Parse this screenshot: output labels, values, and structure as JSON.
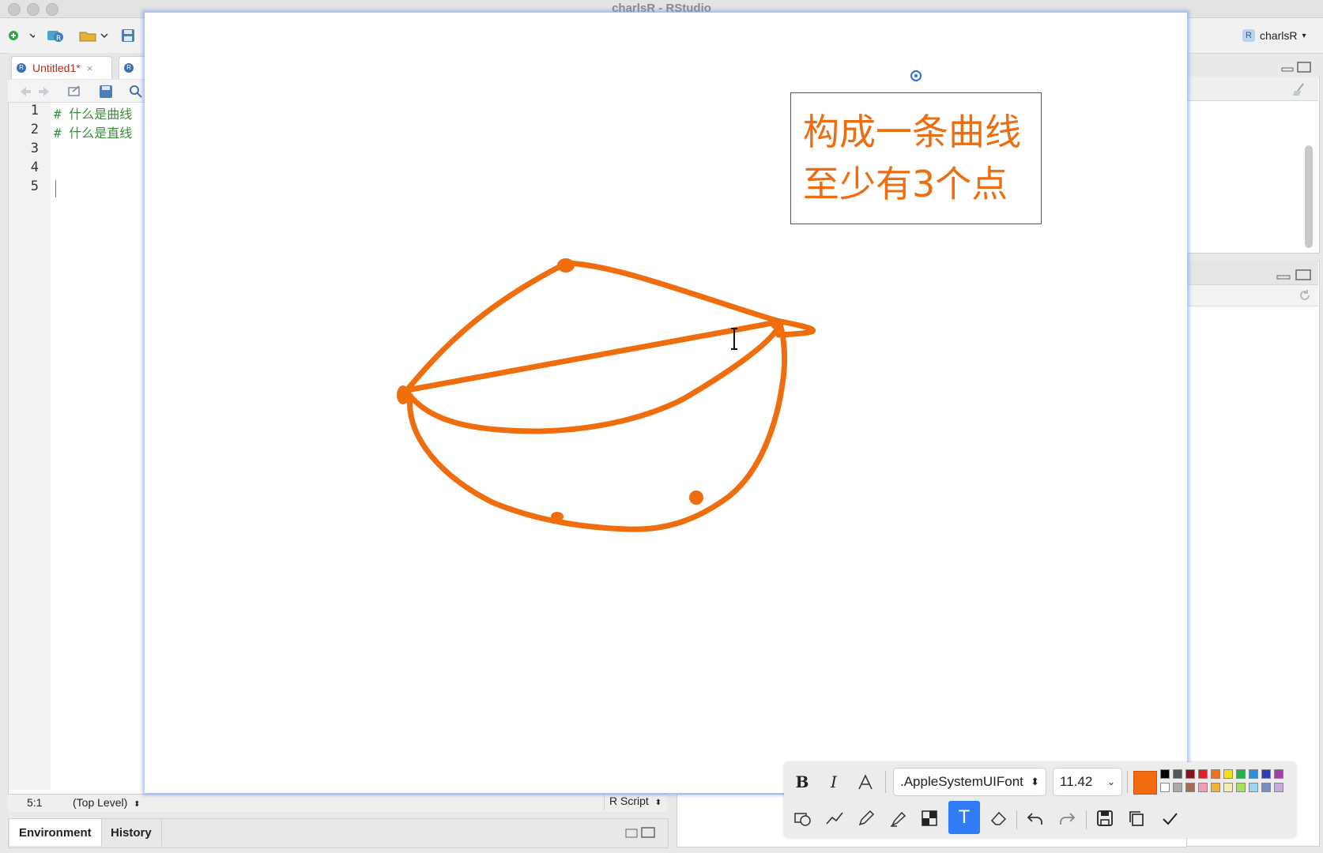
{
  "window": {
    "title": "charlsR - RStudio"
  },
  "toolbar": {
    "project_label": "charlsR"
  },
  "editor": {
    "tabs": [
      {
        "label": "Untitled1*"
      }
    ],
    "line_numbers": [
      "1",
      "2",
      "3",
      "4",
      "5"
    ],
    "lines": [
      "# 什么是曲线",
      "# 什么是直线",
      "",
      "",
      ""
    ]
  },
  "statusbar": {
    "position": "5:1",
    "scope": "(Top Level)",
    "filetype": "R Script"
  },
  "env_tabs": [
    "Environment",
    "History"
  ],
  "annotation": {
    "text_lines": [
      "构成一条曲线",
      "至少有3个点"
    ],
    "stroke_color": "#f06d0d"
  },
  "format_bar": {
    "font": ".AppleSystemUIFont",
    "size": "11.42",
    "current_color": "#f26b0f",
    "palette": [
      "#000000",
      "#555555",
      "#8b0f1f",
      "#e0202a",
      "#f07020",
      "#f2e216",
      "#24b34a",
      "#2e8ede",
      "#2c3fb6",
      "#a23fa5",
      "#ffffff",
      "#aaaaaa",
      "#a56a50",
      "#f0a0b0",
      "#f3b332",
      "#f4eab6",
      "#a8e05a",
      "#9ad7ef",
      "#7a8fbf",
      "#c8a9d9"
    ]
  },
  "tools": [
    "shape-tool",
    "line-tool",
    "pen-tool",
    "highlighter-tool",
    "mosaic-tool",
    "text-tool",
    "eraser-tool",
    "undo",
    "redo",
    "save",
    "copy",
    "done"
  ]
}
